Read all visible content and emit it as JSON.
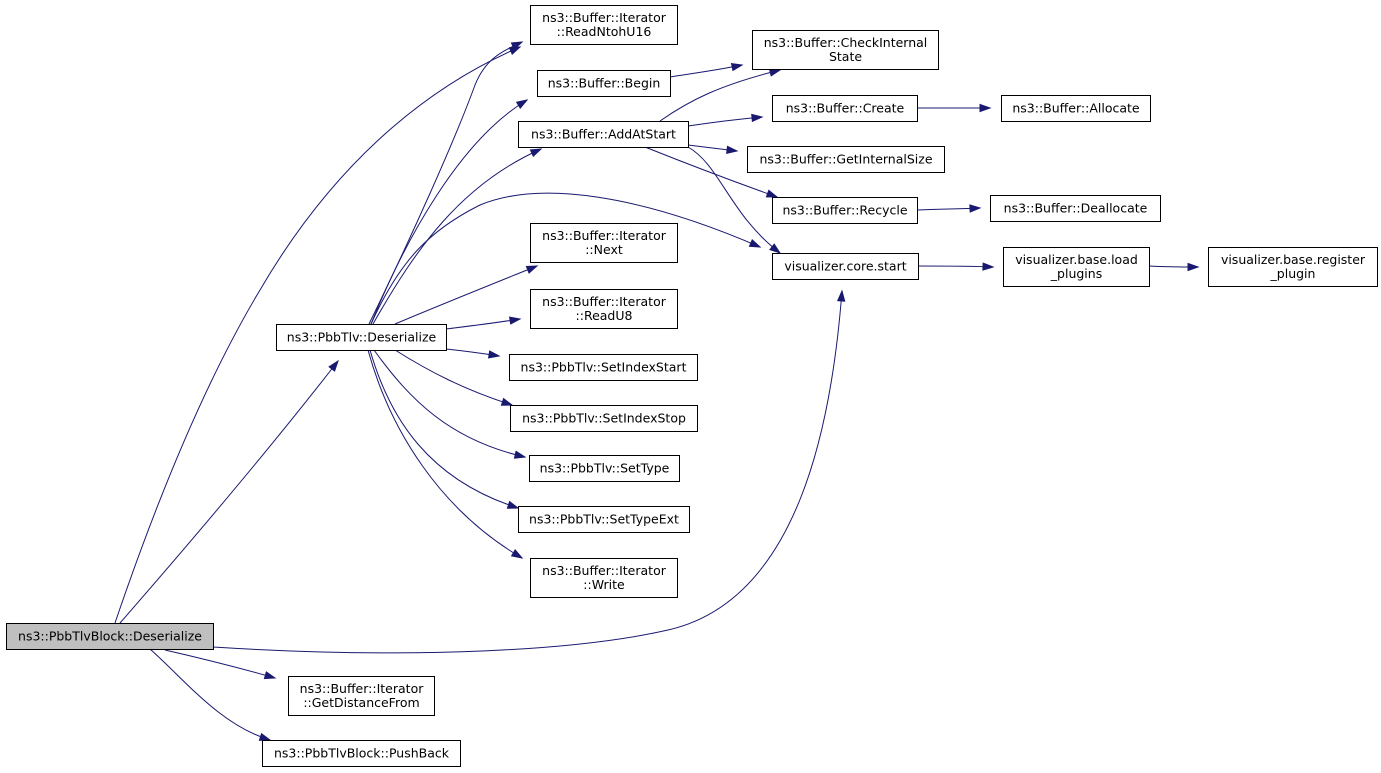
{
  "diagram": {
    "nodes": [
      {
        "id": "root",
        "lines": [
          "ns3::PbbTlvBlock::Deserialize"
        ],
        "root": true
      },
      {
        "id": "tlvdeser",
        "lines": [
          "ns3::PbbTlv::Deserialize"
        ]
      },
      {
        "id": "readntoh",
        "lines": [
          "ns3::Buffer::Iterator",
          "::ReadNtohU16"
        ]
      },
      {
        "id": "begin",
        "lines": [
          "ns3::Buffer::Begin"
        ]
      },
      {
        "id": "addatstart",
        "lines": [
          "ns3::Buffer::AddAtStart"
        ]
      },
      {
        "id": "checkinternal",
        "lines": [
          "ns3::Buffer::CheckInternal",
          "State"
        ]
      },
      {
        "id": "create",
        "lines": [
          "ns3::Buffer::Create"
        ]
      },
      {
        "id": "allocate",
        "lines": [
          "ns3::Buffer::Allocate"
        ]
      },
      {
        "id": "getinternalsize",
        "lines": [
          "ns3::Buffer::GetInternalSize"
        ]
      },
      {
        "id": "recycle",
        "lines": [
          "ns3::Buffer::Recycle"
        ]
      },
      {
        "id": "deallocate",
        "lines": [
          "ns3::Buffer::Deallocate"
        ]
      },
      {
        "id": "vizstart",
        "lines": [
          "visualizer.core.start"
        ]
      },
      {
        "id": "loadplugins",
        "lines": [
          "visualizer.base.load",
          "_plugins"
        ]
      },
      {
        "id": "registerplugin",
        "lines": [
          "visualizer.base.register",
          "_plugin"
        ]
      },
      {
        "id": "next",
        "lines": [
          "ns3::Buffer::Iterator",
          "::Next"
        ]
      },
      {
        "id": "readu8",
        "lines": [
          "ns3::Buffer::Iterator",
          "::ReadU8"
        ]
      },
      {
        "id": "setindexstart",
        "lines": [
          "ns3::PbbTlv::SetIndexStart"
        ]
      },
      {
        "id": "setindexstop",
        "lines": [
          "ns3::PbbTlv::SetIndexStop"
        ]
      },
      {
        "id": "settype",
        "lines": [
          "ns3::PbbTlv::SetType"
        ]
      },
      {
        "id": "settypeext",
        "lines": [
          "ns3::PbbTlv::SetTypeExt"
        ]
      },
      {
        "id": "write",
        "lines": [
          "ns3::Buffer::Iterator",
          "::Write"
        ]
      },
      {
        "id": "getdistance",
        "lines": [
          "ns3::Buffer::Iterator",
          "::GetDistanceFrom"
        ]
      },
      {
        "id": "pushback",
        "lines": [
          "ns3::PbbTlvBlock::PushBack"
        ]
      }
    ],
    "edges": [
      {
        "from": "root",
        "to": "tlvdeser"
      },
      {
        "from": "root",
        "to": "readntoh"
      },
      {
        "from": "root",
        "to": "vizstart"
      },
      {
        "from": "root",
        "to": "getdistance"
      },
      {
        "from": "root",
        "to": "pushback"
      },
      {
        "from": "tlvdeser",
        "to": "readntoh"
      },
      {
        "from": "tlvdeser",
        "to": "begin"
      },
      {
        "from": "tlvdeser",
        "to": "addatstart"
      },
      {
        "from": "tlvdeser",
        "to": "vizstart"
      },
      {
        "from": "tlvdeser",
        "to": "next"
      },
      {
        "from": "tlvdeser",
        "to": "readu8"
      },
      {
        "from": "tlvdeser",
        "to": "setindexstart"
      },
      {
        "from": "tlvdeser",
        "to": "setindexstop"
      },
      {
        "from": "tlvdeser",
        "to": "settype"
      },
      {
        "from": "tlvdeser",
        "to": "settypeext"
      },
      {
        "from": "tlvdeser",
        "to": "write"
      },
      {
        "from": "begin",
        "to": "checkinternal"
      },
      {
        "from": "addatstart",
        "to": "checkinternal"
      },
      {
        "from": "addatstart",
        "to": "create"
      },
      {
        "from": "addatstart",
        "to": "getinternalsize"
      },
      {
        "from": "addatstart",
        "to": "recycle"
      },
      {
        "from": "addatstart",
        "to": "vizstart"
      },
      {
        "from": "create",
        "to": "allocate"
      },
      {
        "from": "recycle",
        "to": "deallocate"
      },
      {
        "from": "vizstart",
        "to": "loadplugins"
      },
      {
        "from": "loadplugins",
        "to": "registerplugin"
      }
    ],
    "colors": {
      "edge": "#191970",
      "root_fill": "#bfbfbf",
      "node_fill": "#ffffff",
      "node_border": "#000000"
    }
  }
}
